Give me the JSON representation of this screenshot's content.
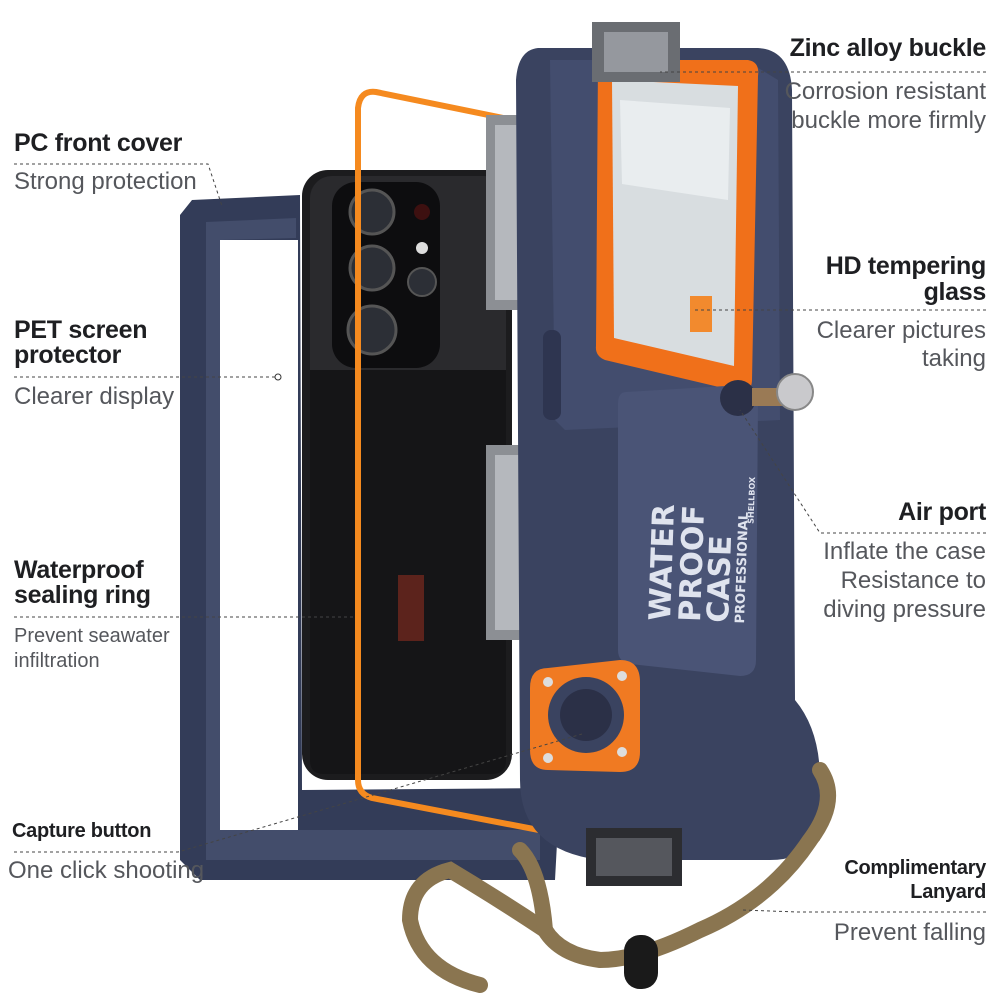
{
  "callouts": {
    "pc_cover": {
      "title": "PC front cover",
      "sub": "Strong protection"
    },
    "pet": {
      "title_line1": "PET screen",
      "title_line2": "protector",
      "sub": "Clearer display"
    },
    "seal": {
      "title_line1": "Waterproof",
      "title_line2": "sealing ring",
      "sub_line1": "Prevent seawater",
      "sub_line2": "infiltration"
    },
    "capture": {
      "title": "Capture button",
      "sub": "One click shooting"
    },
    "zinc": {
      "title": "Zinc alloy buckle",
      "sub_line1": "Corrosion resistant",
      "sub_line2": "buckle more firmly"
    },
    "hd": {
      "title_line1": "HD tempering",
      "title_line2": "glass",
      "sub_line1": "Clearer pictures",
      "sub_line2": "taking"
    },
    "air": {
      "title": "Air port",
      "sub_line1": "Inflate the case",
      "sub_line2": "Resistance to",
      "sub_line3": "diving pressure"
    },
    "lanyard": {
      "title_line1": "Complimentary",
      "title_line2": "Lanyard",
      "sub": "Prevent falling"
    }
  },
  "product": {
    "case_text_line1": "WATER",
    "case_text_line2": "PROOF",
    "case_text_line3": "CASE",
    "case_text_line4": "PROFESSIONAL",
    "brand": "SHELLBOX"
  },
  "colors": {
    "case_navy": "#3a4360",
    "accent_orange": "#f07a22",
    "phone_black": "#1c1c1e",
    "text_dark": "#1e1f22",
    "text_gray": "#55575c"
  }
}
